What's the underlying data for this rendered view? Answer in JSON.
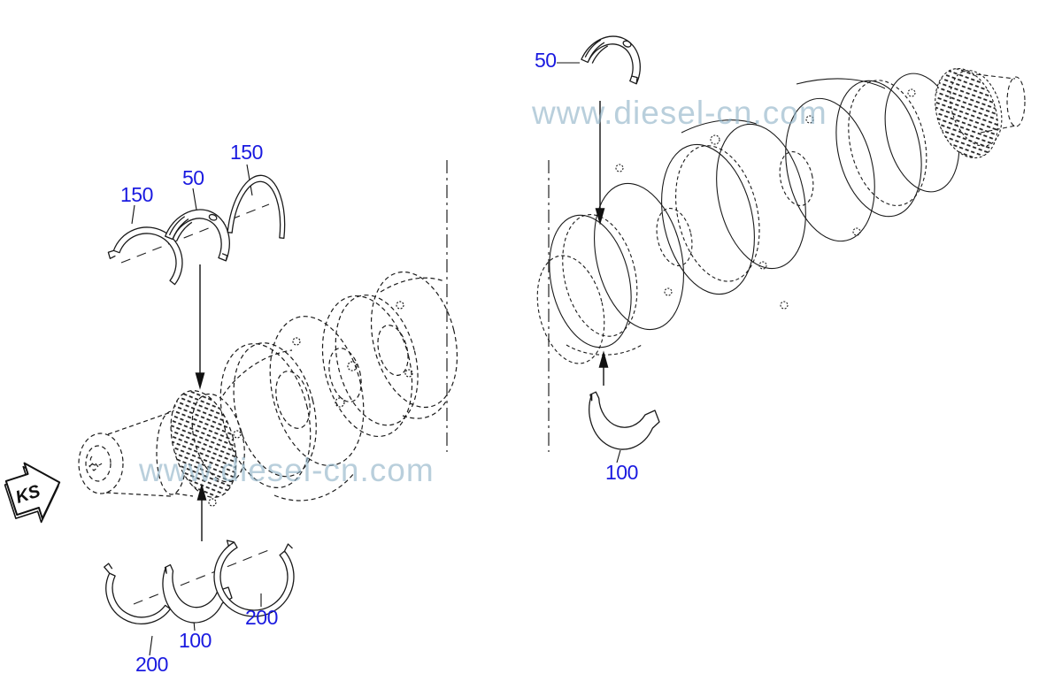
{
  "watermark": {
    "text": "www.diesel-cn.com"
  },
  "direction_indicator": {
    "label": "KS"
  },
  "callouts": {
    "left_upper": [
      "150",
      "50",
      "150"
    ],
    "left_lower": [
      "200",
      "100",
      "200"
    ],
    "right_upper": "50",
    "right_lower": "100"
  },
  "colors": {
    "callout_blue": "#1a1ae0",
    "watermark_blue": "#8fb3c7",
    "line_black": "#1a1a1a"
  }
}
